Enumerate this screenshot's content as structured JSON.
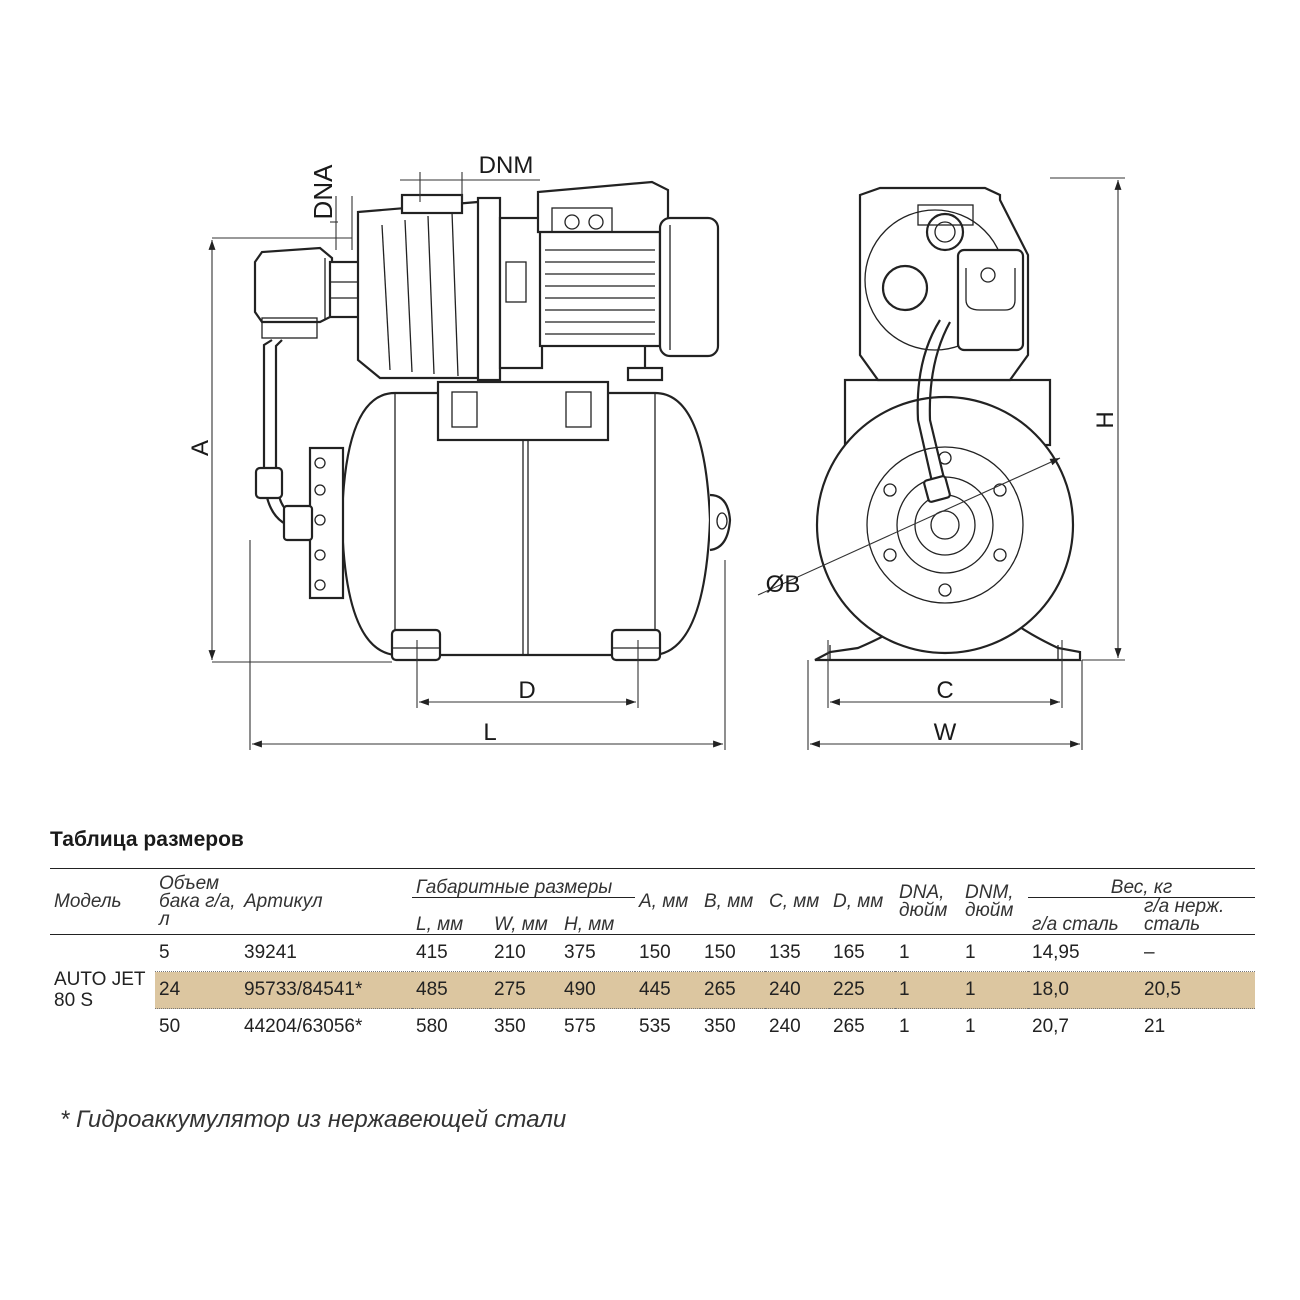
{
  "drawing": {
    "labels": {
      "dna": "DNA",
      "dnm": "DNM",
      "a": "A",
      "d": "D",
      "l": "L",
      "b": "ØB",
      "c": "C",
      "w": "W",
      "h": "H"
    }
  },
  "table": {
    "title": "Таблица размеров",
    "headers": {
      "model": "Модель",
      "tank_volume": "Объем бака г/а, л",
      "article": "Артикул",
      "overall": "Габаритные размеры",
      "l": "L, мм",
      "w": "W, мм",
      "h": "H, мм",
      "a": "A, мм",
      "b": "B, мм",
      "c": "C, мм",
      "d": "D, мм",
      "dna": "DNA, дюйм",
      "dnm": "DNM, дюйм",
      "weight": "Вес, кг",
      "weight_steel": "г/а сталь",
      "weight_stainless": "г/а нерж. сталь"
    },
    "model_name": "AUTO JET 80 S",
    "rows": [
      {
        "volume": "5",
        "article": "39241",
        "l": "415",
        "w": "210",
        "h": "375",
        "a": "150",
        "b": "150",
        "c": "135",
        "d": "165",
        "dna": "1",
        "dnm": "1",
        "weight_steel": "14,95",
        "weight_stainless": "–"
      },
      {
        "volume": "24",
        "article": "95733/84541*",
        "l": "485",
        "w": "275",
        "h": "490",
        "a": "445",
        "b": "265",
        "c": "240",
        "d": "225",
        "dna": "1",
        "dnm": "1",
        "weight_steel": "18,0",
        "weight_stainless": "20,5"
      },
      {
        "volume": "50",
        "article": "44204/63056*",
        "l": "580",
        "w": "350",
        "h": "575",
        "a": "535",
        "b": "350",
        "c": "240",
        "d": "265",
        "dna": "1",
        "dnm": "1",
        "weight_steel": "20,7",
        "weight_stainless": "21"
      }
    ],
    "highlight_color": "#dcc6a0"
  },
  "footnote": "* Гидроаккумулятор из нержавеющей стали"
}
